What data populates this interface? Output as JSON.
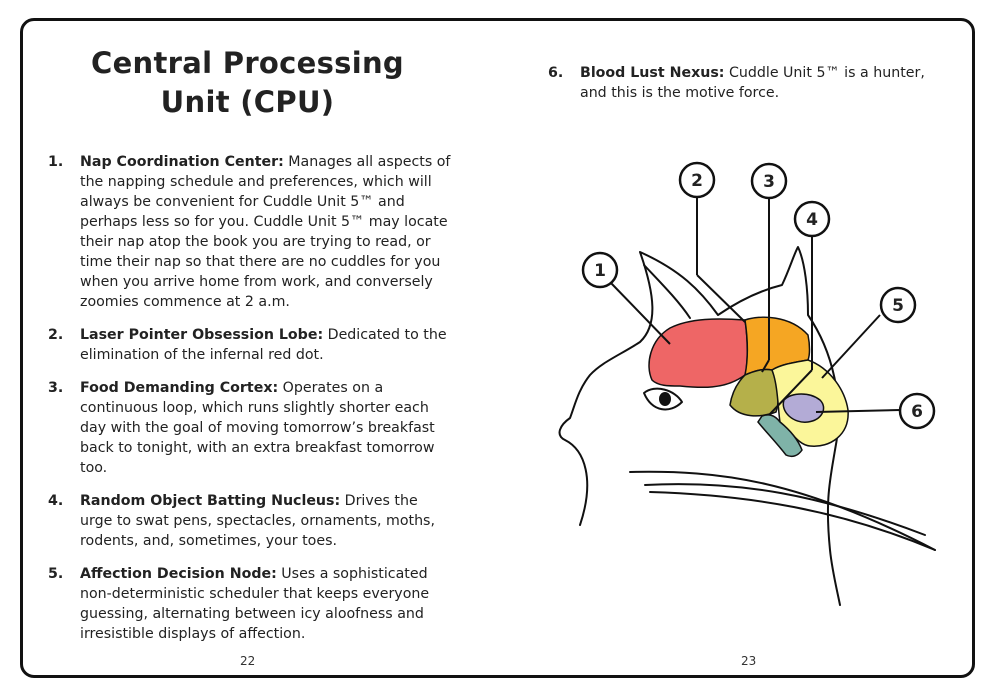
{
  "left_page": {
    "title_line1": "Central Processing",
    "title_line2": "Unit (CPU)",
    "items": [
      {
        "num": "1.",
        "term": "Nap Coordination Center:",
        "text": " Manages all aspects of the napping schedule and preferences, which will always be convenient for Cuddle Unit 5™ and perhaps less so for you. Cuddle Unit 5™ may locate their nap atop the book you are trying to read, or time their nap so that there are no cuddles for you when you arrive home from work, and conversely zoomies commence at 2 a.m."
      },
      {
        "num": "2.",
        "term": "Laser Pointer Obsession Lobe:",
        "text": " Dedicated to the elimination of the infernal red dot."
      },
      {
        "num": "3.",
        "term": "Food Demanding Cortex:",
        "text": " Operates on a continuous loop, which runs slightly shorter each day with the goal of moving tomorrow’s breakfast back to tonight, with an extra breakfast tomorrow too."
      },
      {
        "num": "4.",
        "term": "Random Object Batting Nucleus:",
        "text": " Drives the urge to swat pens, spectacles, ornaments, moths, rodents, and, sometimes, your toes."
      },
      {
        "num": "5.",
        "term": "Affection Decision Node:",
        "text": " Uses a sophisticated non-deterministic scheduler that keeps everyone guessing, alternating between icy aloofness and irresistible displays of affection."
      }
    ],
    "page_number": "22"
  },
  "right_page": {
    "item": {
      "num": "6.",
      "term": "Blood Lust Nexus:",
      "text": " Cuddle Unit 5™ is a hunter, and this is the motive force."
    },
    "page_number": "23",
    "diagram": {
      "callouts": [
        "1",
        "2",
        "3",
        "4",
        "5",
        "6"
      ],
      "region_colors": {
        "1": "#ee6666",
        "2": "#f5a623",
        "3": "#b5b04a",
        "4": "#7fb3a8",
        "5": "#fbf69a",
        "6": "#b3abd6"
      }
    }
  }
}
